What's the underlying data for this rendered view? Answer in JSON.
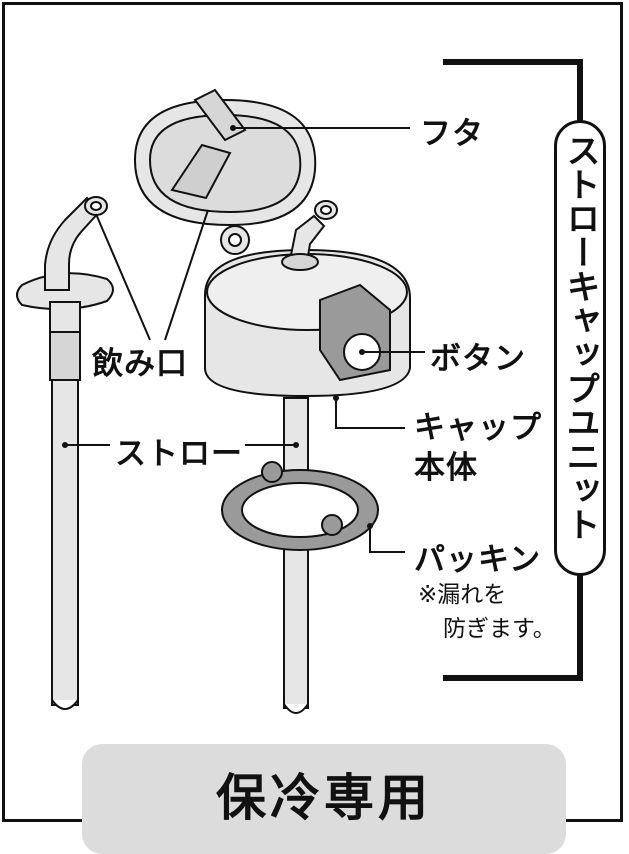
{
  "labels": {
    "lid": "フタ",
    "mouthpiece": "飲み口",
    "button": "ボタン",
    "cap_body_line1": "キャップ",
    "cap_body_line2": "本体",
    "straw": "ストロー",
    "gasket": "パッキン",
    "gasket_note_line1": "※漏れを",
    "gasket_note_line2": "防ぎます。"
  },
  "unit_label": "ストローキャップユニット",
  "bottom_title": "保冷専用",
  "colors": {
    "line": "#111111",
    "part_fill": "#e6e6e6",
    "part_dark": "#9a9a9a",
    "pill_fill": "#dcdcdc"
  }
}
